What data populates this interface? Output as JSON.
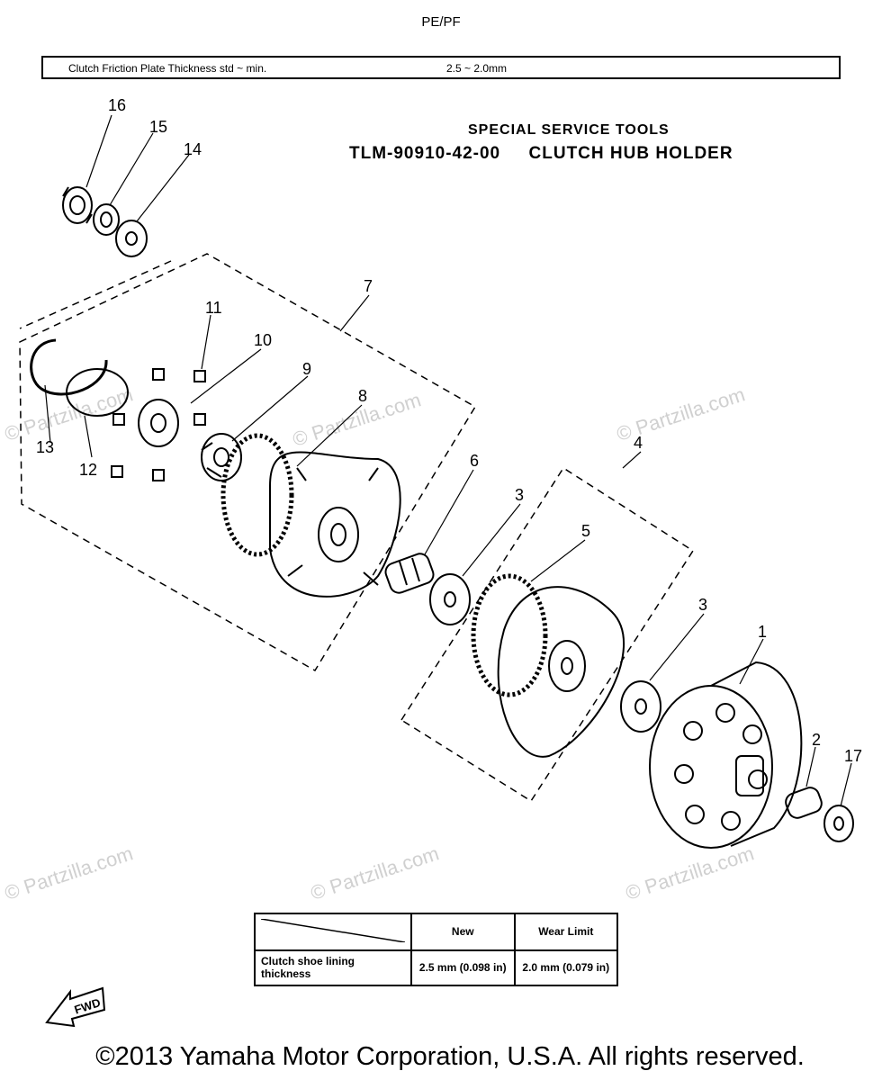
{
  "header": {
    "model": "PE/PF"
  },
  "spec_box": {
    "label": "Clutch Friction Plate Thickness std ~ min.",
    "value": "2.5 ~ 2.0mm"
  },
  "tools": {
    "title": "SPECIAL SERVICE TOOLS",
    "part_no": "TLM-90910-42-00",
    "name": "CLUTCH HUB HOLDER"
  },
  "callouts": [
    "16",
    "15",
    "14",
    "7",
    "11",
    "10",
    "9",
    "8",
    "13",
    "12",
    "6",
    "3",
    "4",
    "5",
    "3",
    "1",
    "2",
    "17"
  ],
  "watermark": "© Partzilla.com",
  "spec_table": {
    "headers": [
      "New",
      "Wear Limit"
    ],
    "row_label": "Clutch shoe lining thickness",
    "new": "2.5 mm (0.098 in)",
    "wear_limit": "2.0 mm (0.079 in)"
  },
  "fwd_label": "FWD",
  "footer": {
    "copyright": "©2013 Yamaha Motor Corporation, U.S.A. All rights reserved."
  }
}
